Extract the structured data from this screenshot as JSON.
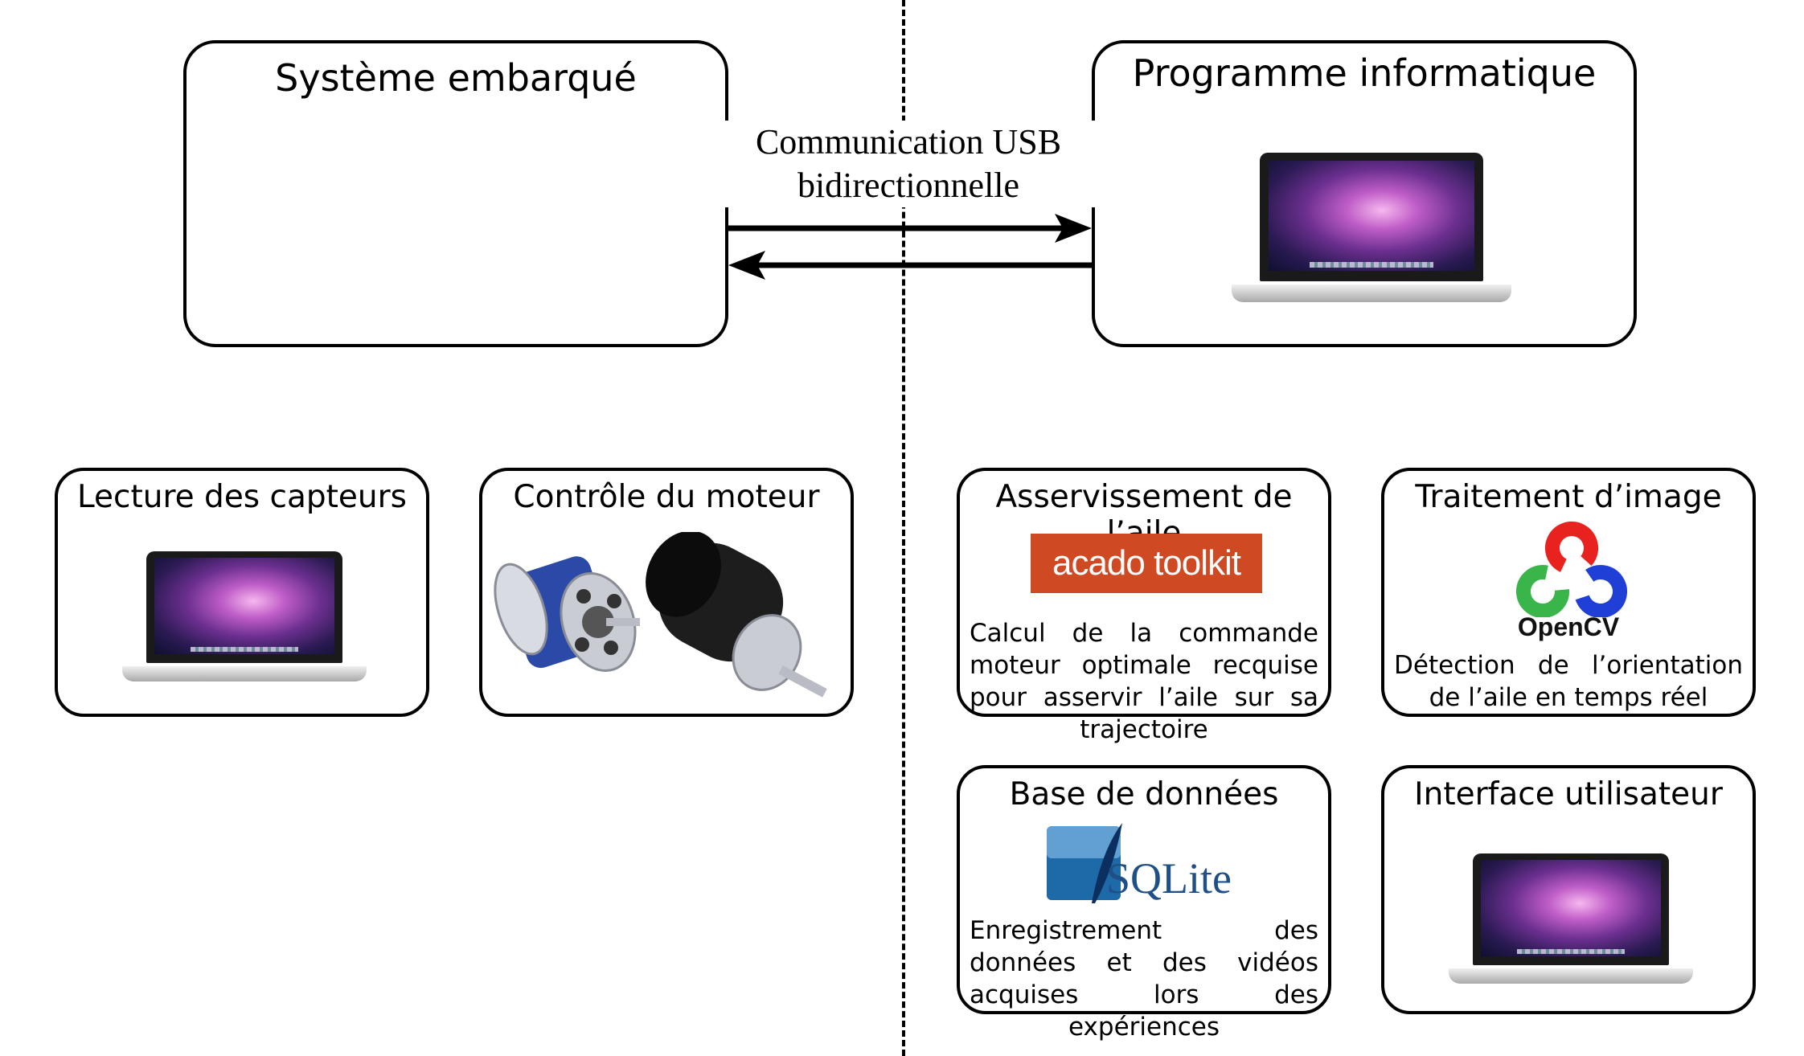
{
  "divider": {
    "style": "dashed"
  },
  "system": {
    "title": "Système embarqué"
  },
  "program": {
    "title": "Programme informatique"
  },
  "link": {
    "line1": "Communication USB",
    "line2": "bidirectionnelle"
  },
  "left_modules": [
    {
      "title": "Lecture des capteurs",
      "image": "laptop-image"
    },
    {
      "title": "Contrôle du moteur",
      "image": "motor-image"
    }
  ],
  "right_modules": [
    {
      "title": "Asservissement de l’aile",
      "logo_text": "acado toolkit",
      "description": "Calcul de la commande moteur optimale recquise pour asservir l’aile sur sa trajectoire"
    },
    {
      "title": "Traitement d’image",
      "logo_text": "OpenCV",
      "description": "Détection de l’orientation de l’aile en temps réel"
    },
    {
      "title": "Base de données",
      "logo_text": "SQLite",
      "description": "Enregistrement des données et des vidéos acquises lors des expériences"
    },
    {
      "title": "Interface utilisateur",
      "image": "laptop-image"
    }
  ],
  "colors": {
    "acado": "#cf4a23",
    "opencv_red": "#e8231f",
    "opencv_green": "#39b54a",
    "opencv_blue": "#1f3fd6",
    "sqlite_blue": "#1e6aa8",
    "motor_blue": "#2b4aa8"
  }
}
